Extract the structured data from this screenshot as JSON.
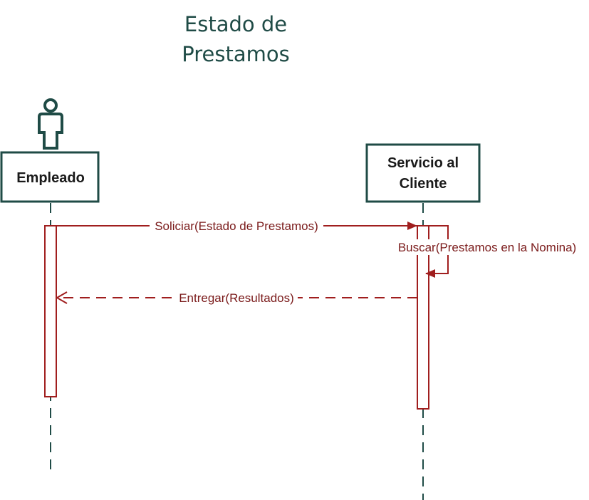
{
  "title": {
    "line1": "Estado de",
    "line2": "Prestamos"
  },
  "participants": [
    {
      "name": "Empleado",
      "icon": "actor-icon"
    },
    {
      "name_line1": "Servicio al",
      "name_line2": "Cliente"
    }
  ],
  "messages": [
    {
      "label": "Soliciar(Estado de Prestamos)",
      "type": "sync"
    },
    {
      "label": "Buscar(Prestamos en la Nomina)",
      "type": "self"
    },
    {
      "label": "Entregar(Resultados)",
      "type": "return"
    }
  ],
  "colors": {
    "lifeline": "#1f4b46",
    "message": "#a01e1e",
    "message_text": "#7a1a1a"
  }
}
